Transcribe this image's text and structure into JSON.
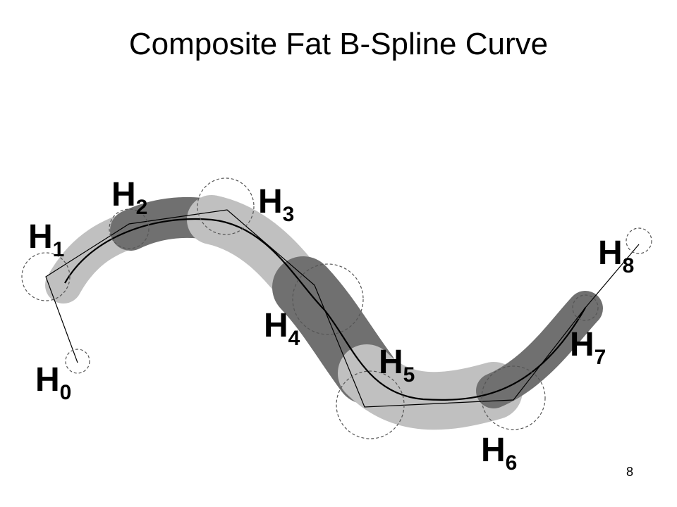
{
  "slide": {
    "title": "Composite Fat B-Spline Curve",
    "page_number": "8"
  },
  "diagram": {
    "colors": {
      "light_band": "#c0c0c0",
      "dark_band": "#707070",
      "curve": "#000000",
      "polygon": "#000000",
      "circle": "#555555"
    },
    "control_points": [
      {
        "name": "H0",
        "letter": "H",
        "sub": "0"
      },
      {
        "name": "H1",
        "letter": "H",
        "sub": "1"
      },
      {
        "name": "H2",
        "letter": "H",
        "sub": "2"
      },
      {
        "name": "H3",
        "letter": "H",
        "sub": "3"
      },
      {
        "name": "H4",
        "letter": "H",
        "sub": "4"
      },
      {
        "name": "H5",
        "letter": "H",
        "sub": "5"
      },
      {
        "name": "H6",
        "letter": "H",
        "sub": "6"
      },
      {
        "name": "H7",
        "letter": "H",
        "sub": "7"
      },
      {
        "name": "H8",
        "letter": "H",
        "sub": "8"
      }
    ]
  }
}
